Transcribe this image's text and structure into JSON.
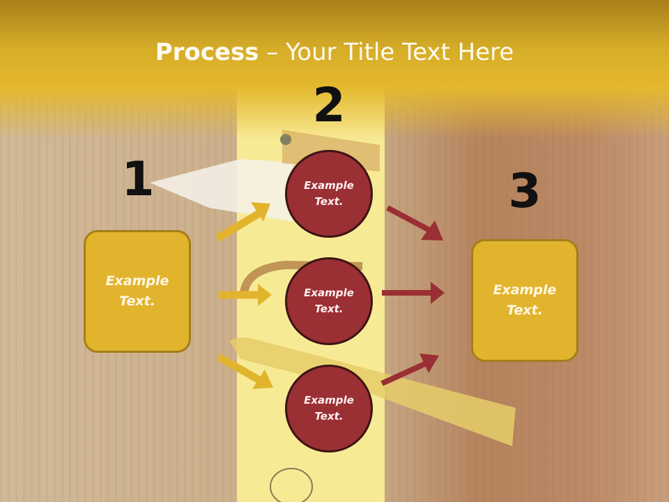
{
  "title": {
    "bold": "Process",
    "rest": " – Your Title Text Here"
  },
  "colors": {
    "header": "#e4b82d",
    "box_fill": "#e2b42d",
    "circle_fill": "#9a2f34",
    "arrow_gold": "#e2b42d",
    "arrow_red": "#9a2f34"
  },
  "steps": {
    "one": {
      "number": "1",
      "text": "Example Text."
    },
    "two": {
      "number": "2"
    },
    "three": {
      "number": "3",
      "text": "Example Text."
    }
  },
  "circles": [
    {
      "text": "Example Text."
    },
    {
      "text": "Example Text."
    },
    {
      "text": "Example Text."
    }
  ]
}
